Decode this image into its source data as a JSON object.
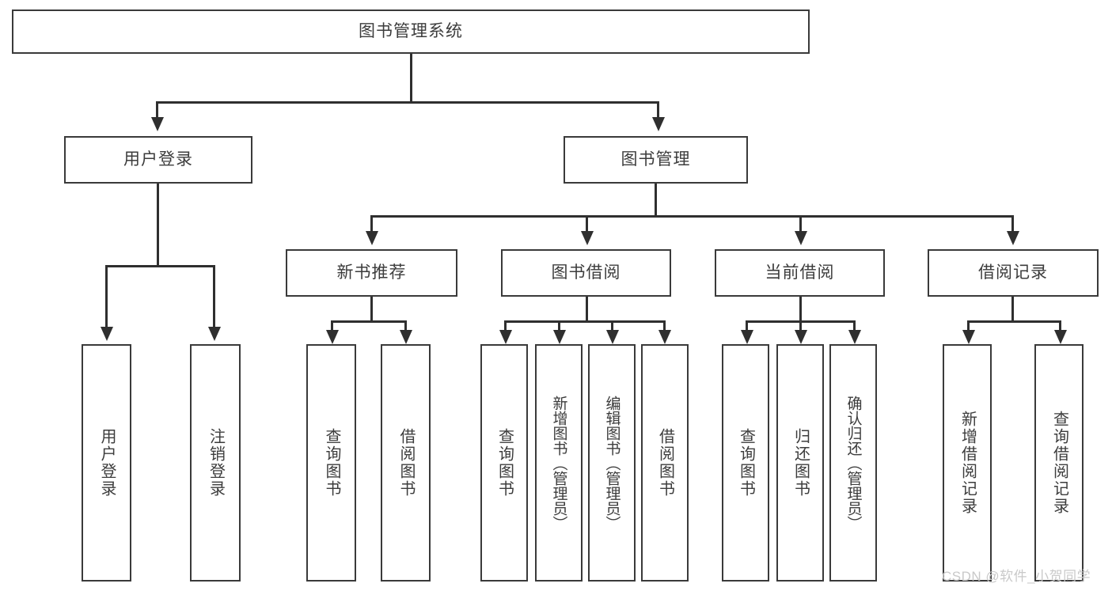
{
  "diagram": {
    "type": "tree-hierarchy",
    "title": "图书管理系统",
    "root": {
      "label": "图书管理系统"
    },
    "level2": [
      {
        "label": "用户登录"
      },
      {
        "label": "图书管理"
      }
    ],
    "level3": [
      {
        "label": "新书推荐"
      },
      {
        "label": "图书借阅"
      },
      {
        "label": "当前借阅"
      },
      {
        "label": "借阅记录"
      }
    ],
    "leaves": {
      "user_login": [
        {
          "label": "用户登录"
        },
        {
          "label": "注销登录"
        }
      ],
      "new_book_recommend": [
        {
          "label": "查询图书"
        },
        {
          "label": "借阅图书"
        }
      ],
      "book_borrow": [
        {
          "label": "查询图书"
        },
        {
          "label": "新增图书（管理员）"
        },
        {
          "label": "编辑图书（管理员）"
        },
        {
          "label": "借阅图书"
        }
      ],
      "current_borrow": [
        {
          "label": "查询图书"
        },
        {
          "label": "归还图书"
        },
        {
          "label": "确认归还（管理员）"
        }
      ],
      "borrow_record": [
        {
          "label": "新增借阅记录"
        },
        {
          "label": "查询借阅记录"
        }
      ]
    }
  },
  "watermark": {
    "text": "CSDN @软件_小贺同学"
  },
  "colors": {
    "border": "#3a3a3a",
    "connector": "#2f2f2f",
    "text": "#3c3c3c",
    "background": "#ffffff",
    "watermark": "#c9c9c9"
  }
}
